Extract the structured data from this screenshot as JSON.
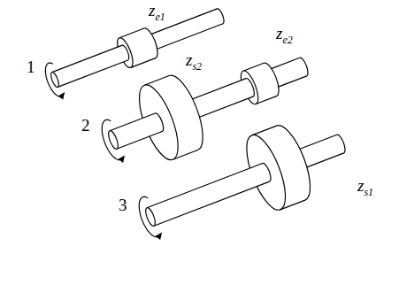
{
  "diagram": {
    "labels": [
      "ze1",
      "1",
      "zs2",
      "ze2",
      "2",
      "3",
      "zs1"
    ]
  }
}
